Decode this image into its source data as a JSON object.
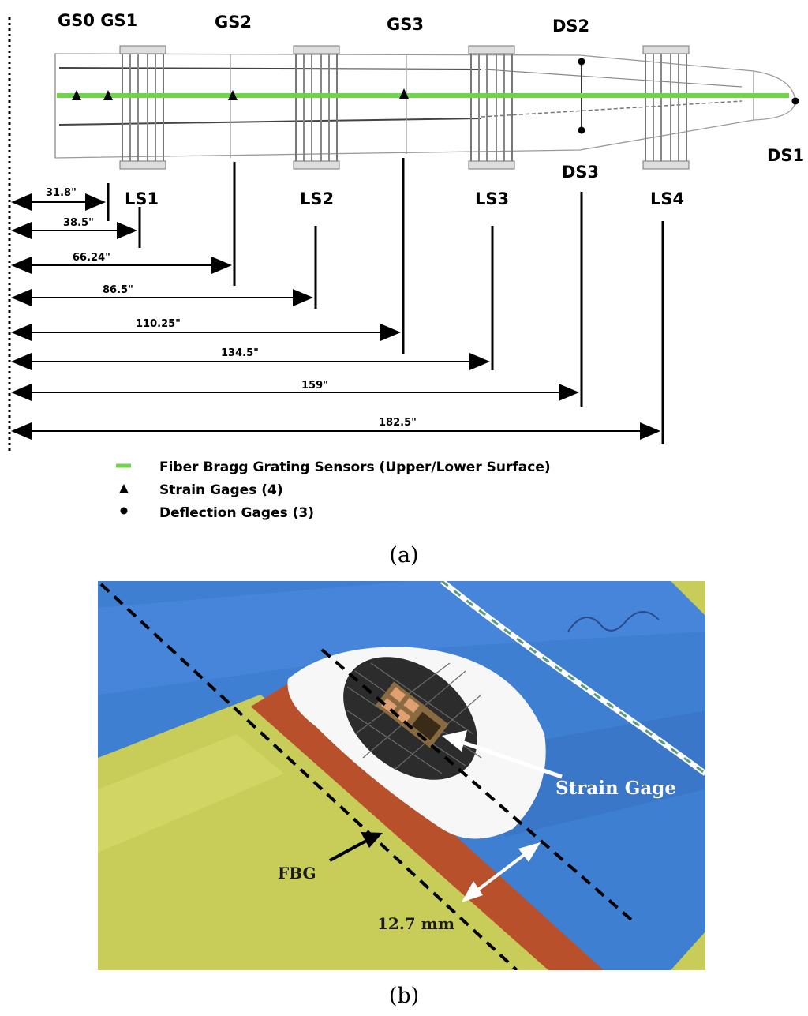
{
  "panel_a": {
    "gage_labels_top": [
      "GS0 GS1",
      "GS2",
      "GS3",
      "DS2"
    ],
    "tip_label": "DS1",
    "loads_labels": [
      "LS1",
      "LS2",
      "LS3",
      "DS3",
      "LS4"
    ],
    "dimensions": [
      "31.8\"",
      "38.5\"",
      "66.24\"",
      "86.5\"",
      "110.25\"",
      "134.5\"",
      "159\"",
      "182.5\""
    ],
    "legend": [
      {
        "symbol": "green-line",
        "text": "Fiber Bragg Grating Sensors (Upper/Lower Surface)"
      },
      {
        "symbol": "triangle",
        "text": "Strain Gages (4)"
      },
      {
        "symbol": "dot",
        "text": "Deflection Gages (3)"
      }
    ],
    "caption": "(a)"
  },
  "panel_b": {
    "labels": {
      "strain_gage": "Strain Gage",
      "fbg": "FBG",
      "spacing": "12.7 mm"
    },
    "caption": "(b)"
  },
  "colors": {
    "fbg_line": "#6fd44a",
    "tape_blue": "#3f7fd2",
    "tape_yellow": "#c8cd59",
    "fbg_strip": "#b8512b"
  }
}
